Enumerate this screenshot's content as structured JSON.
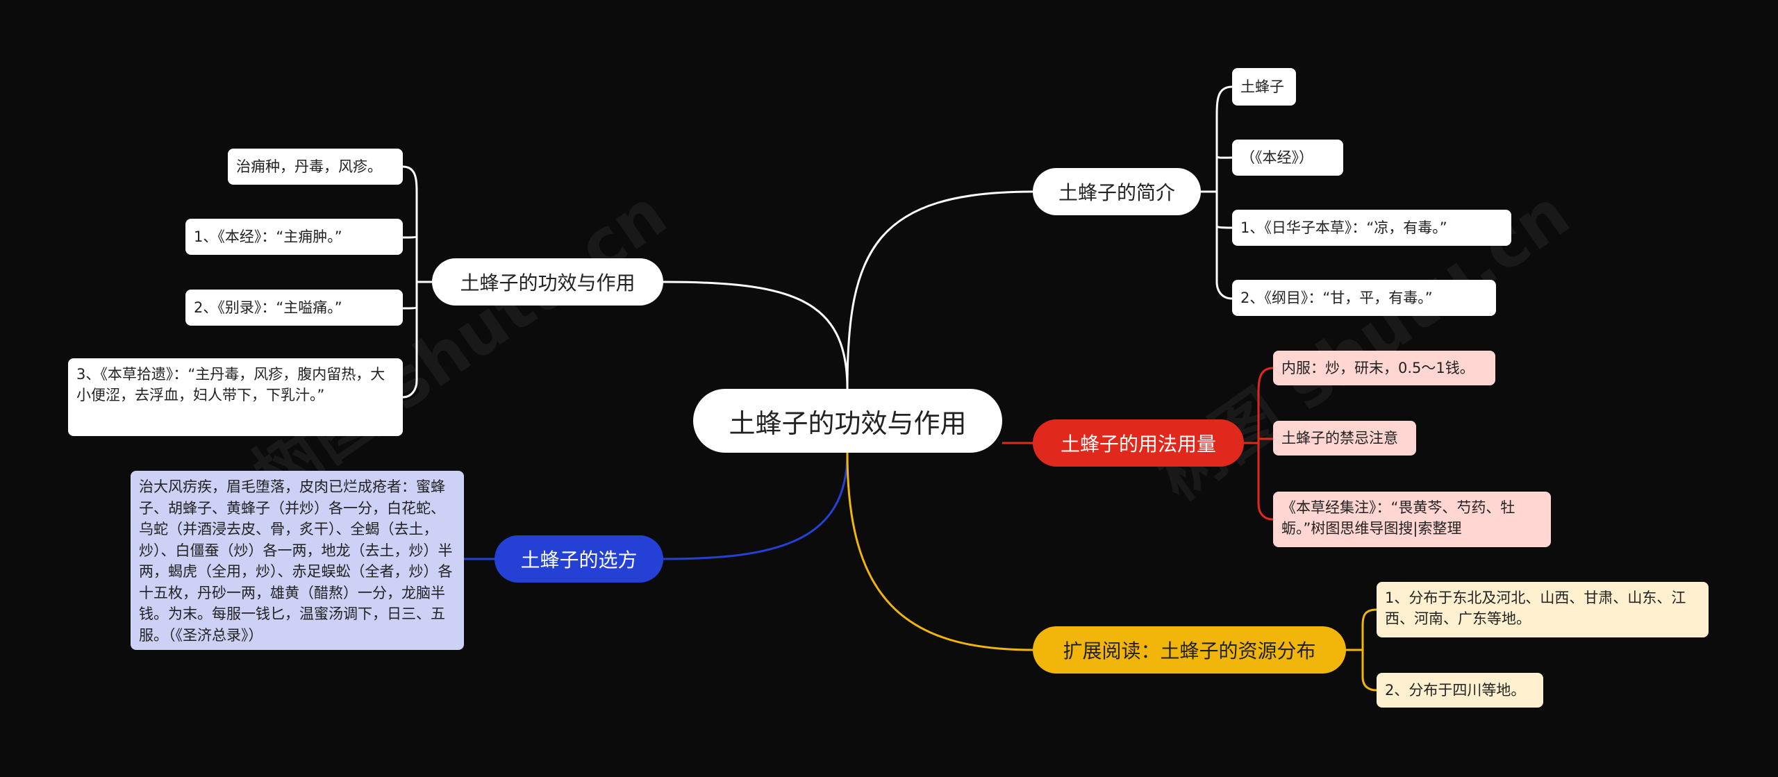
{
  "center": {
    "label": "土蜂子的功效与作用"
  },
  "branches": {
    "efficacy": {
      "label": "土蜂子的功效与作用",
      "items": [
        "治痈种，丹毒，风疹。",
        "1、《本经》：“主痈肿。”",
        "2、《别录》：“主嗌痛。”",
        "3、《本草拾遗》：“主丹毒，风疹，腹内留热，大小便涩，去浮血，妇人带下，下乳汁。”"
      ]
    },
    "intro": {
      "label": "土蜂子的简介",
      "items": [
        "土蜂子",
        "（《本经》）",
        "1、《日华子本草》：“凉，有毒。”",
        "2、《纲目》：“甘，平，有毒。”"
      ]
    },
    "usage": {
      "label": "土蜂子的用法用量",
      "items": [
        "内服：炒，研末，0.5～1钱。",
        "土蜂子的禁忌注意",
        "《本草经集注》：“畏黄芩、芍药、牡蛎。”树图思维导图搜|索整理"
      ]
    },
    "prescription": {
      "label": "土蜂子的选方",
      "items": [
        "治大风疠疾，眉毛堕落，皮肉已烂成疮者：蜜蜂子、胡蜂子、黄蜂子（并炒）各一分，白花蛇、乌蛇（并酒浸去皮、骨，炙干）、全蝎（去土，炒）、白僵蚕（炒）各一两，地龙（去土，炒）半两，蝎虎（全用，炒）、赤足蜈蚣（全者，炒）各十五枚，丹砂一两，雄黄（醋熬）一分，龙脑半钱。为末。每服一钱匕，温蜜汤调下，日三、五服。（《圣济总录》）"
      ]
    },
    "distribution": {
      "label": "扩展阅读：土蜂子的资源分布",
      "items": [
        "1、分布于东北及河北、山西、甘肃、山东、江西、河南、广东等地。",
        "2、分布于四川等地。"
      ]
    }
  },
  "watermark": {
    "text": "树图 shutu.cn"
  },
  "colors": {
    "background": "#0b0b0b",
    "white_branch": "#ffffff",
    "red_branch": "#e0291c",
    "blue_branch": "#2540d4",
    "yellow_branch": "#f2b50a",
    "red_leaf": "#ffd6d1",
    "blue_leaf": "#ccd1f5",
    "yellow_leaf": "#fff1cf"
  }
}
